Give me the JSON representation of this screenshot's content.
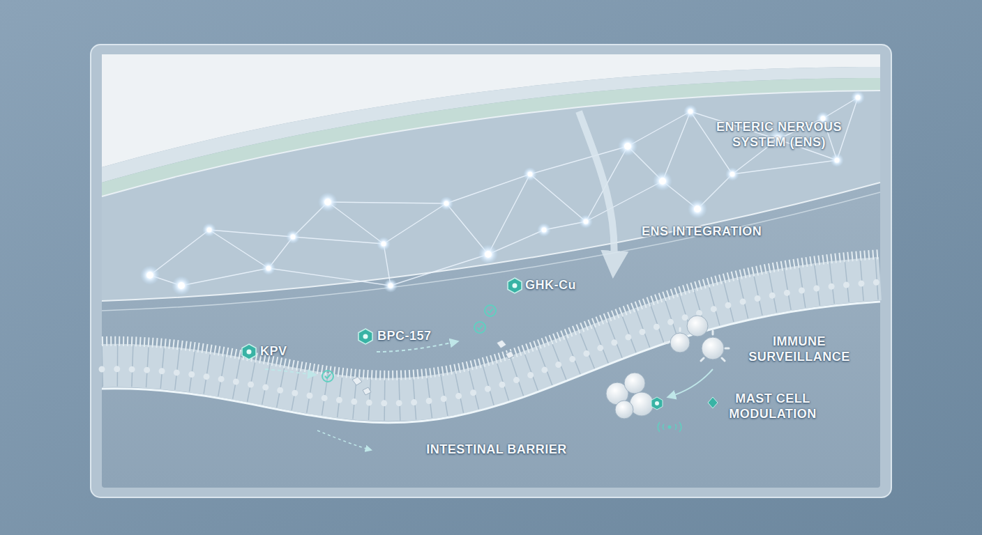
{
  "diagram": {
    "labels": [
      "ENTERIC NERVOUS SYSTEM (ENS)",
      "ENS INTEGRATION",
      "GHK-Cu",
      "KPV",
      "BPC-157",
      "IMMUNE SURVEILLANCE",
      "MAST CELL MODULATION",
      "INTESTINAL BARRIER"
    ]
  }
}
